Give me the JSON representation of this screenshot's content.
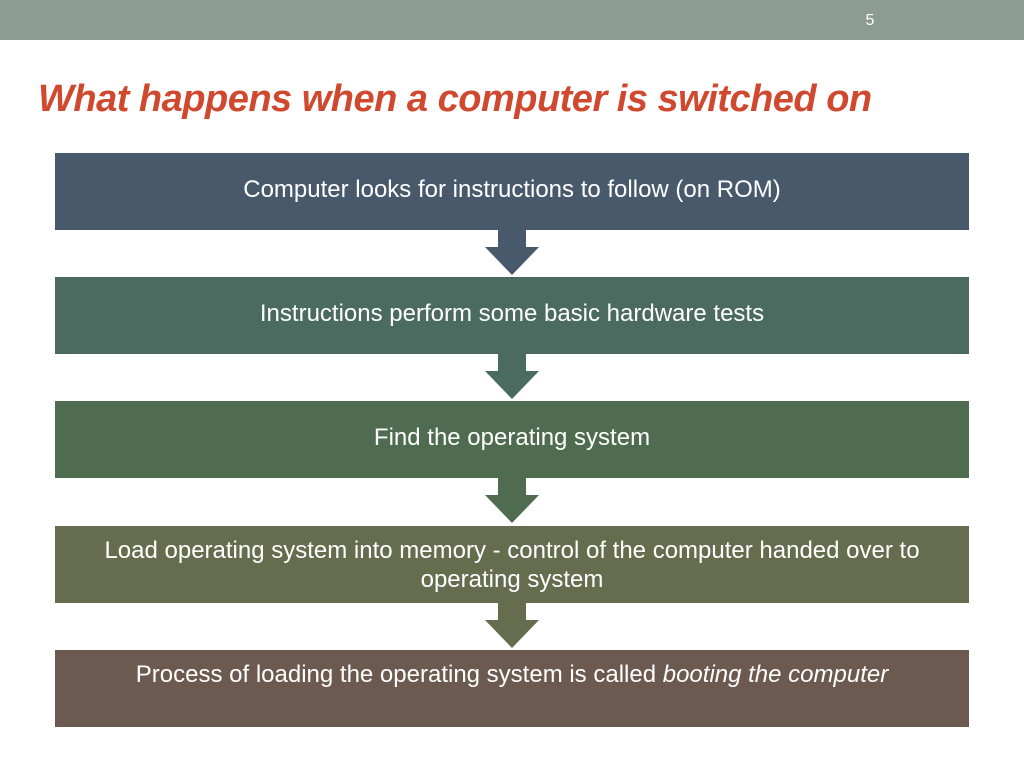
{
  "slide": {
    "number": "5"
  },
  "title": "What happens when a computer is switched on",
  "steps": [
    {
      "text": "Computer looks for instructions to follow (on ROM)",
      "color": "#48596b"
    },
    {
      "text": "Instructions perform some basic hardware tests",
      "color": "#4b6b60"
    },
    {
      "text": "Find the operating system",
      "color": "#4f6b50"
    },
    {
      "text": "Load operating system  into memory - control of the computer handed over to operating system",
      "color": "#666c4e"
    },
    {
      "text": "Process of loading the operating system is called ",
      "italic": "booting the computer",
      "color": "#6c5a50"
    }
  ]
}
